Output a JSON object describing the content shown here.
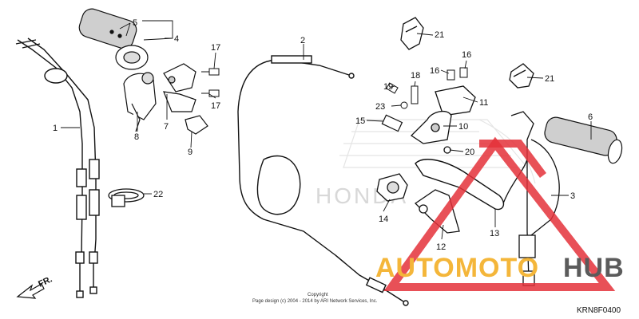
{
  "diagram": {
    "part_numbers": [
      "1",
      "2",
      "3",
      "4",
      "5",
      "6",
      "7",
      "8",
      "9",
      "10",
      "11",
      "12",
      "13",
      "14",
      "15",
      "16",
      "16",
      "17",
      "17",
      "18",
      "19",
      "20",
      "21",
      "21",
      "22",
      "23"
    ],
    "front_label": "FR.",
    "diagram_code": "KRN8F0400",
    "copyright_line1": "Copyright",
    "copyright_line2": "Page design (c) 2004 - 2014 by ARI Network Services, Inc.",
    "background_mark": "HONDA"
  },
  "watermark": {
    "text_left": "AUTOMOTO",
    "text_right": "HUB",
    "color_left": "#f4b63a",
    "color_right": "#5b5b5b",
    "color_triangle": "#e4313a"
  }
}
